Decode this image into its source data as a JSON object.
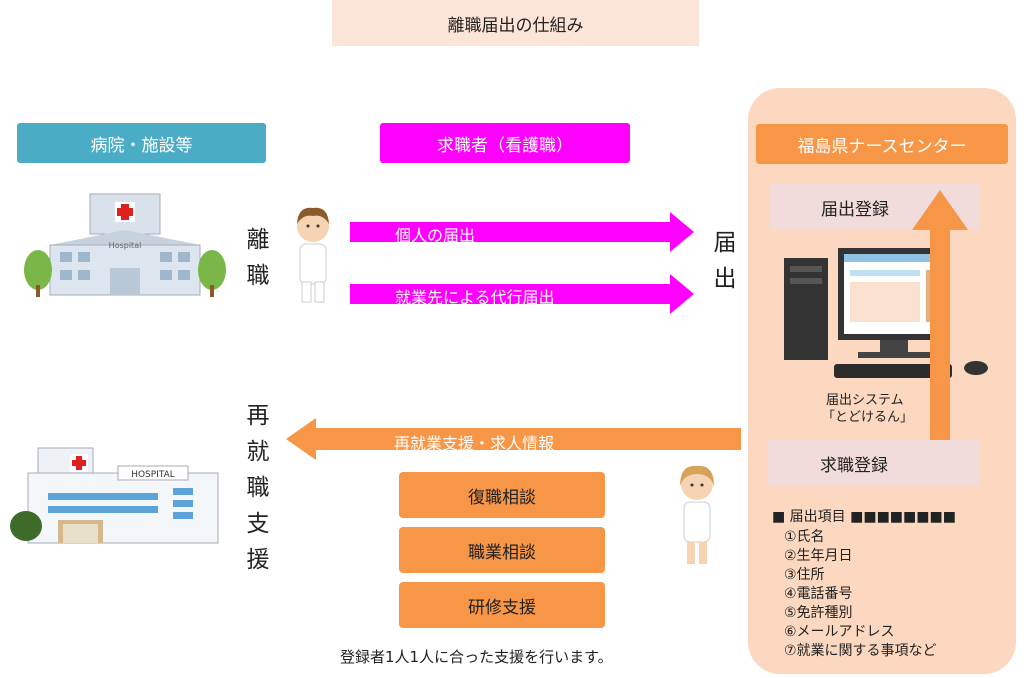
{
  "title": "離職届出の仕組み",
  "hospital_header": "病院・施設等",
  "seeker_header": "求職者（看護職）",
  "center_header": "福島県ナースセンター",
  "vertical_labels": {
    "leave": [
      "離",
      "職"
    ],
    "notify": [
      "届",
      "出"
    ],
    "reemploy": [
      "再",
      "就",
      "職",
      "支",
      "援"
    ]
  },
  "arrows": {
    "personal": "個人の届出",
    "proxy": "就業先による代行届出",
    "support": "再就業支援・求人情報"
  },
  "hospital_sign": "Hospital",
  "hospital2_sign": "HOSPITAL",
  "center": {
    "register_notify": "届出登録",
    "register_job": "求職登録",
    "system_name": [
      "届出システム",
      "「とどけるん」"
    ]
  },
  "services": [
    "復職相談",
    "職業相談",
    "研修支援"
  ],
  "footer": "登録者1人1人に合った支援を行います。",
  "items_header": "■ 届出項目 ■■■■■■■■",
  "items": [
    "①氏名",
    "②生年月日",
    "③住所",
    "④電話番号",
    "⑤免許種別",
    "⑥メールアドレス",
    "⑦就業に関する事項など"
  ],
  "colors": {
    "hospital": "#4bacc6",
    "seeker": "#ff00ff",
    "center": "#f79646",
    "panel": "#fbd8bf",
    "title_bg": "#fce4d6"
  }
}
